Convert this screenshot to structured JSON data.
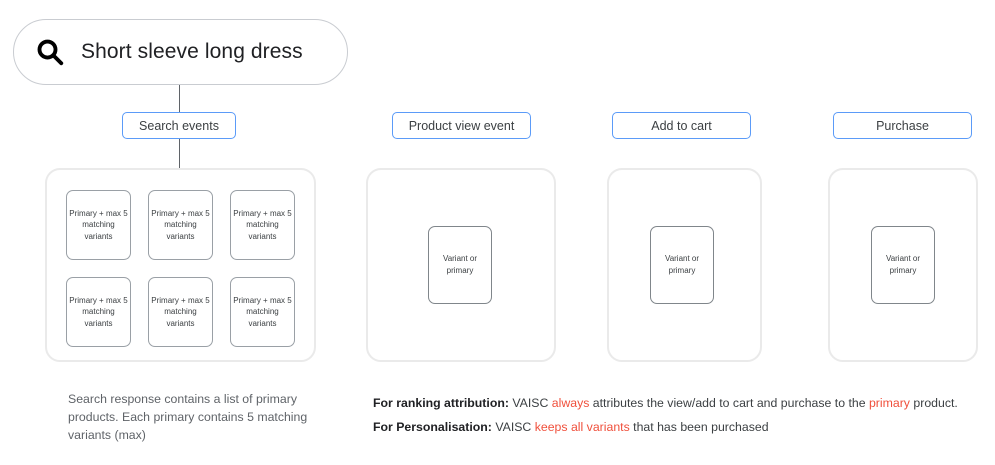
{
  "search": {
    "query": "Short sleeve long dress",
    "icon": "search-icon"
  },
  "colors": {
    "pill_border": "#5b9bf8",
    "panel_border": "#eaeaea",
    "card_border": "#9aa0a6",
    "highlight_red": "#f0503c",
    "text": "#3c4043"
  },
  "stages": [
    {
      "key": "search",
      "label": "Search events"
    },
    {
      "key": "view",
      "label": "Product view event"
    },
    {
      "key": "cart",
      "label": "Add to cart"
    },
    {
      "key": "purchase",
      "label": "Purchase"
    }
  ],
  "variant_card_text": "Primary + max 5 matching variants",
  "variant_cards": [
    "Primary + max 5 matching variants",
    "Primary + max 5 matching variants",
    "Primary + max 5 matching variants",
    "Primary + max 5 matching variants",
    "Primary + max 5 matching variants",
    "Primary + max 5 matching variants"
  ],
  "single_card_text": "Variant or primary",
  "caption_left": "Search response contains a list of primary products. Each primary contains 5 matching variants (max)",
  "notes": [
    {
      "bold_label": "For ranking attribution:",
      "segments": [
        {
          "text": " VAISC ",
          "highlight": false
        },
        {
          "text": "always",
          "highlight": true
        },
        {
          "text": " attributes the view/add to cart and purchase to the ",
          "highlight": false
        },
        {
          "text": "primary",
          "highlight": true
        },
        {
          "text": " product.",
          "highlight": false
        }
      ]
    },
    {
      "bold_label": "For Personalisation:",
      "segments": [
        {
          "text": " VAISC ",
          "highlight": false
        },
        {
          "text": "keeps all variants",
          "highlight": true
        },
        {
          "text": " that has been purchased",
          "highlight": false
        }
      ]
    }
  ]
}
